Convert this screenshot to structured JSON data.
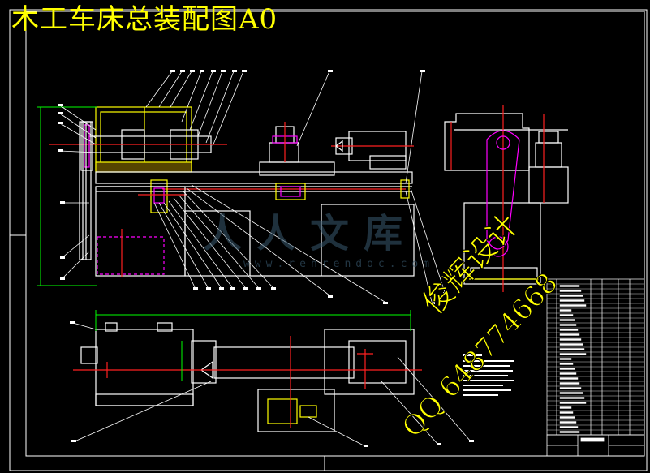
{
  "title": "木工车床总装配图A0",
  "watermark": {
    "designer": "俊辉设计",
    "qq": "QQ 648774668"
  },
  "colors": {
    "background": "#000000",
    "outline": "#ffffff",
    "part": "#ffff00",
    "centerline": "#ff2020",
    "dimension": "#00ff00",
    "hidden": "#ff00ff",
    "annotation": "#ffffff"
  }
}
